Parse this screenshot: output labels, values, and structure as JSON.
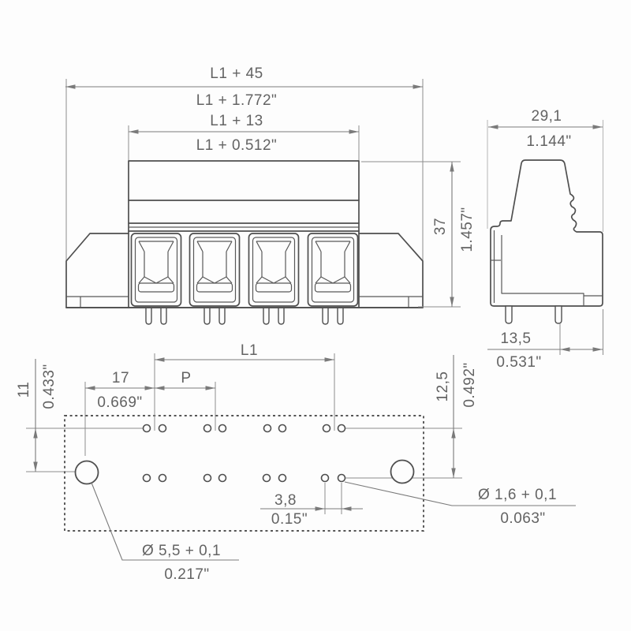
{
  "front_view": {
    "dim_total_width_mm": "L1 + 45",
    "dim_total_width_in": "L1 + 1.772\"",
    "dim_body_width_mm": "L1 + 13",
    "dim_body_width_in": "L1 + 0.512\"",
    "dim_height_mm": "37",
    "dim_height_in": "1.457\""
  },
  "side_view": {
    "dim_depth_mm": "29,1",
    "dim_depth_in": "1.144\"",
    "dim_pin_to_face_mm": "13,5",
    "dim_pin_to_face_in": "0.531\""
  },
  "footprint": {
    "dim_l1_label": "L1",
    "dim_pitch_label": "P",
    "dim_end_offset_mm": "17",
    "dim_end_offset_in": "0.669\"",
    "dim_row_offset_mm": "11",
    "dim_row_offset_in": "0.433\"",
    "dim_row_spacing_mm": "12,5",
    "dim_row_spacing_in": "0.492\"",
    "dim_hole_pair_mm": "3,8",
    "dim_hole_pair_in": "0.15\"",
    "callout_pin_hole_mm": "Ø 1,6 + 0,1",
    "callout_pin_hole_in": "0.063\"",
    "callout_mounting_hole_mm": "Ø 5,5 + 0,1",
    "callout_mounting_hole_in": "0.217\""
  },
  "colors": {
    "outline": "#4f4f4f",
    "dimension": "#7a7a7a",
    "text": "#636363",
    "background": "#fdfdfd"
  }
}
